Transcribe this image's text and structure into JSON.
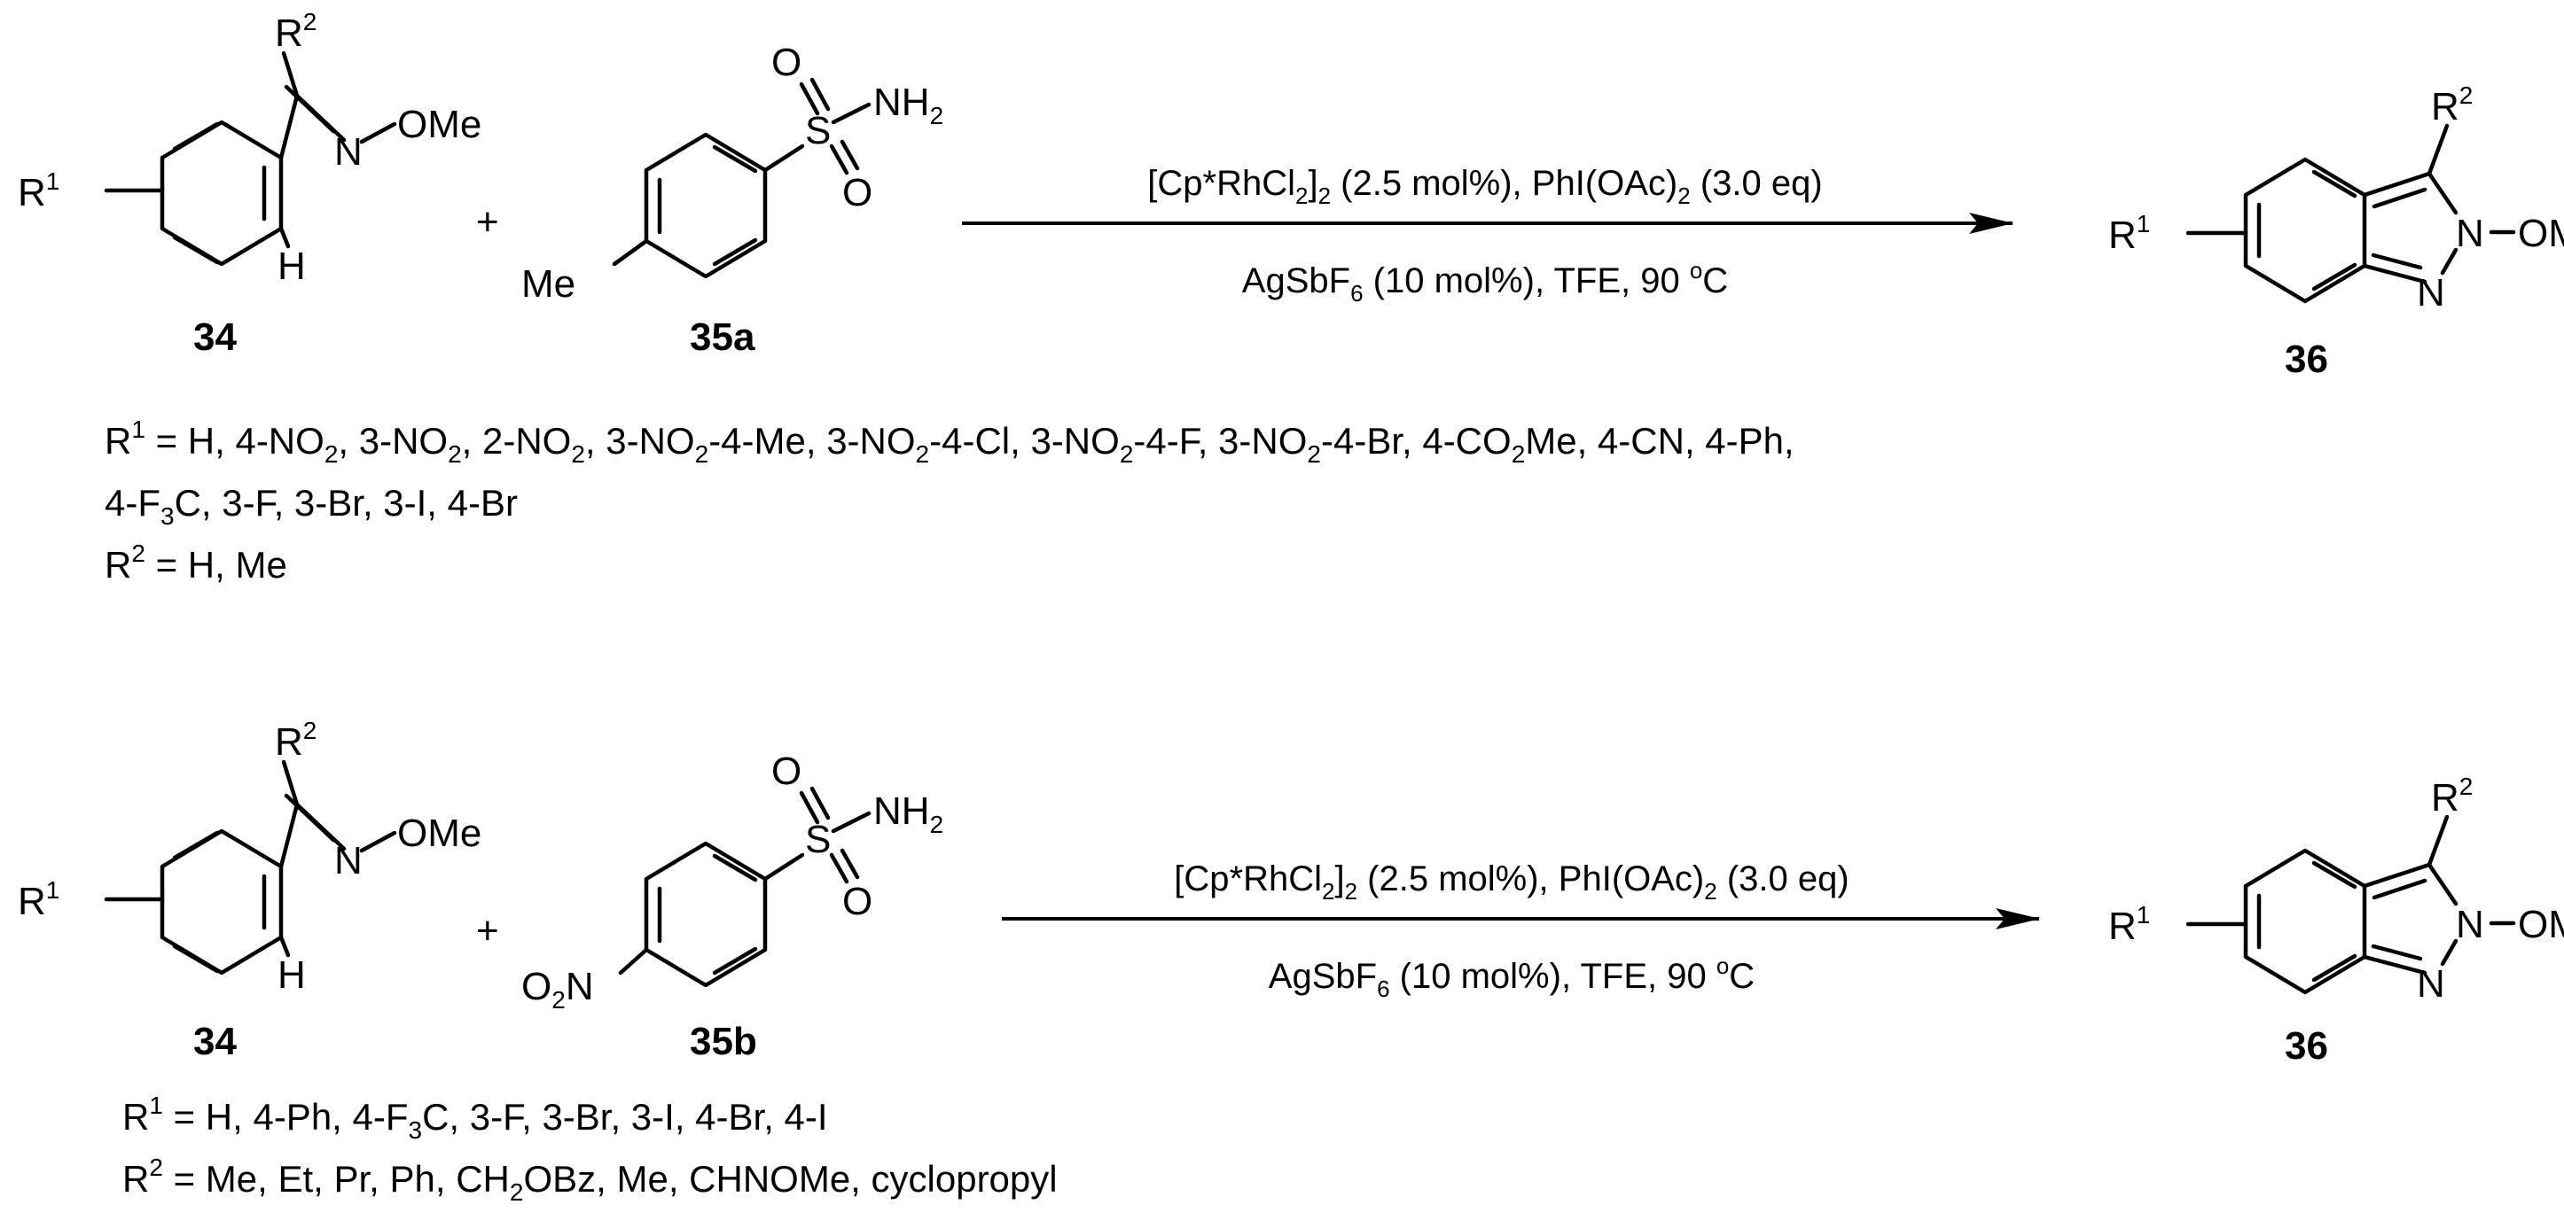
{
  "scheme_top": {
    "reactant1": {
      "r1": "R",
      "r1_sup": "1",
      "r2": "R",
      "r2_sup": "2",
      "ome": "OMe",
      "n": "N",
      "h": "H",
      "label": "34"
    },
    "plus": "+",
    "reactant2": {
      "o1": "O",
      "o2": "O",
      "s": "S",
      "nh": "NH",
      "nh_sub": "2",
      "sub": "Me",
      "label": "35a"
    },
    "conditions": {
      "line1": {
        "a": "[Cp*RhCl",
        "a_sub": "2",
        "b": "]",
        "b_sub": "2",
        "c": " (2.5 mol%), PhI(OAc)",
        "c_sub": "2",
        "d": " (3.0 eq)"
      },
      "line2": {
        "a": "AgSbF",
        "a_sub": "6",
        "b": " (10 mol%), TFE, 90 ",
        "b_sup": "o",
        "c": "C"
      }
    },
    "product": {
      "r1": "R",
      "r1_sup": "1",
      "r2": "R",
      "r2_sup": "2",
      "n1": "N",
      "n2": "N",
      "ome": "OMe",
      "label": "36"
    },
    "definitions": {
      "r1_line1": [
        {
          "t": "R"
        },
        {
          "sup": "1"
        },
        {
          "t": " = H, 4-NO"
        },
        {
          "sub": "2"
        },
        {
          "t": ", 3-NO"
        },
        {
          "sub": "2"
        },
        {
          "t": ", 2-NO"
        },
        {
          "sub": "2"
        },
        {
          "t": ", 3-NO"
        },
        {
          "sub": "2"
        },
        {
          "t": "-4-Me, 3-NO"
        },
        {
          "sub": "2"
        },
        {
          "t": "-4-Cl, 3-NO"
        },
        {
          "sub": "2"
        },
        {
          "t": "-4-F, 3-NO"
        },
        {
          "sub": "2"
        },
        {
          "t": "-4-Br, 4-CO"
        },
        {
          "sub": "2"
        },
        {
          "t": "Me, 4-CN, 4-Ph,"
        }
      ],
      "r1_line2": [
        {
          "t": "4-F"
        },
        {
          "sub": "3"
        },
        {
          "t": "C, 3-F, 3-Br, 3-I, 4-Br"
        }
      ],
      "r2_line": [
        {
          "t": "R"
        },
        {
          "sup": "2"
        },
        {
          "t": " = H, Me"
        }
      ]
    }
  },
  "scheme_bottom": {
    "reactant1": {
      "r1": "R",
      "r1_sup": "1",
      "r2": "R",
      "r2_sup": "2",
      "ome": "OMe",
      "n": "N",
      "h": "H",
      "label": "34"
    },
    "plus": "+",
    "reactant2": {
      "o1": "O",
      "o2": "O",
      "s": "S",
      "nh": "NH",
      "nh_sub": "2",
      "sub_a": "O",
      "sub_sub": "2",
      "sub_b": "N",
      "label": "35b"
    },
    "conditions": {
      "line1": {
        "a": "[Cp*RhCl",
        "a_sub": "2",
        "b": "]",
        "b_sub": "2",
        "c": " (2.5 mol%), PhI(OAc)",
        "c_sub": "2",
        "d": " (3.0 eq)"
      },
      "line2": {
        "a": "AgSbF",
        "a_sub": "6",
        "b": " (10 mol%), TFE, 90 ",
        "b_sup": "o",
        "c": "C"
      }
    },
    "product": {
      "r1": "R",
      "r1_sup": "1",
      "r2": "R",
      "r2_sup": "2",
      "n1": "N",
      "n2": "N",
      "ome": "OMe",
      "label": "36"
    },
    "definitions": {
      "r1_line": [
        {
          "t": "R"
        },
        {
          "sup": "1"
        },
        {
          "t": " = H, 4-Ph, 4-F"
        },
        {
          "sub": "3"
        },
        {
          "t": "C, 3-F, 3-Br, 3-I, 4-Br, 4-I"
        }
      ],
      "r2_line": [
        {
          "t": "R"
        },
        {
          "sup": "2"
        },
        {
          "t": " = Me, Et, Pr, Ph, CH"
        },
        {
          "sub": "2"
        },
        {
          "t": "OBz, Me, CHNOMe, cyclopropyl"
        }
      ]
    }
  }
}
